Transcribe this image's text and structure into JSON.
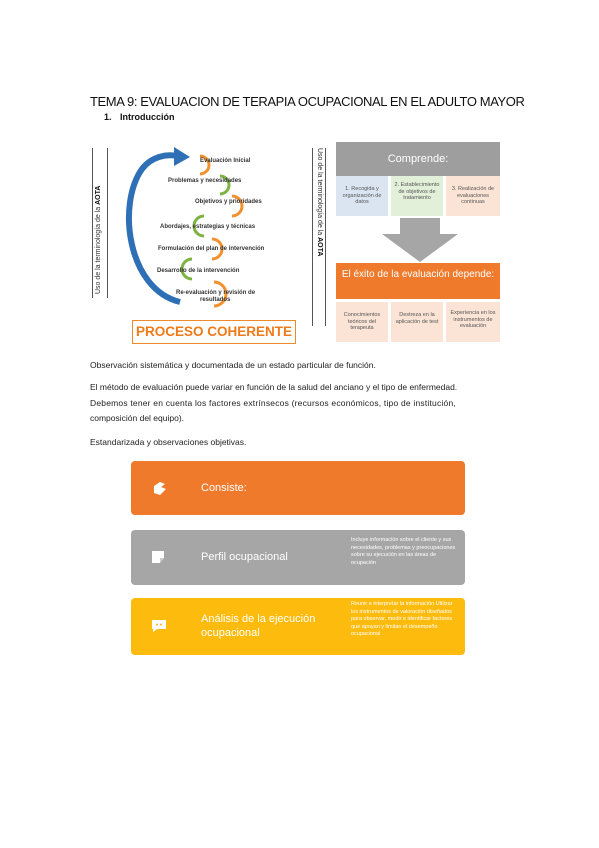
{
  "page": {
    "title": "TEMA 9: EVALUACION DE TERAPIA OCUPACIONAL EN EL ADULTO MAYOR",
    "section_number": "1.",
    "section_title": "Introducción"
  },
  "left_diagram": {
    "vertical_label": "Uso de la terminología de la",
    "vertical_label_bold": "AOTA",
    "steps": [
      "Evaluación Inicial",
      "Problemas y necesidades",
      "Objetivos y prioridades",
      "Abordajes, estrategias y técnicas",
      "Formulación del plan de intervención",
      "Desarrollo de la intervención",
      "Re-evaluación y revisión de",
      "resultados"
    ],
    "banner": "PROCESO COHERENTE",
    "colors": {
      "arrow": "#2e6fb5",
      "ring_orange": "#f2912e",
      "ring_green": "#7cb342",
      "banner": "#ef7a18"
    }
  },
  "right_diagram": {
    "vertical_label": "Uso de la terminología de la",
    "vertical_label_bold": "AOTA",
    "comprende": "Comprende:",
    "comprende_items": [
      "1. Recogida y organización de datos",
      "2. Establecimiento de objetivos de tratamiento",
      "3. Realización de evaluaciones continuas"
    ],
    "exito": "El éxito de la evaluación depende:",
    "exito_items": [
      "Conocimientos teóricos del terapeuta",
      "Destreza en la aplicación de test",
      "Experiencia en los instrumentos de evaluación"
    ],
    "colors": {
      "grey": "#9e9e9e",
      "orange": "#ef7a2c",
      "blue_box": "#dbe5f1",
      "green_box": "#e2efd9",
      "peach_box": "#fbe4d5"
    }
  },
  "paragraphs": [
    "Observación sistemática y documentada de un estado particular de función.",
    "El método de evaluación puede variar en función de la salud del anciano y el tipo de enfermedad.",
    "Debemos tener en cuenta los factores extrínsecos (recursos económicos, tipo de institución,",
    "composición del equipo).",
    "Estandarizada y observaciones objetivas."
  ],
  "cards": [
    {
      "title": "Consiste:",
      "desc": "",
      "icon": "hand-icon",
      "color": "#ef7a2c"
    },
    {
      "title": "Perfil ocupacional",
      "desc": "Incluye información sobre el cliente y sus necesidades, problemas y preocupaciones sobre su ejecución en las áreas de ocupación",
      "icon": "clipboard-icon",
      "color": "#a6a6a6"
    },
    {
      "title": "Análisis de la ejecución ocupacional",
      "desc": "Reunir e interpretar la información Utilizar los instrumentos de valoración diseñados para observar, medir e identificar factores que apoyan y limitan el desempeño ocupacional",
      "icon": "chat-icon",
      "color": "#fdbb0e"
    }
  ]
}
